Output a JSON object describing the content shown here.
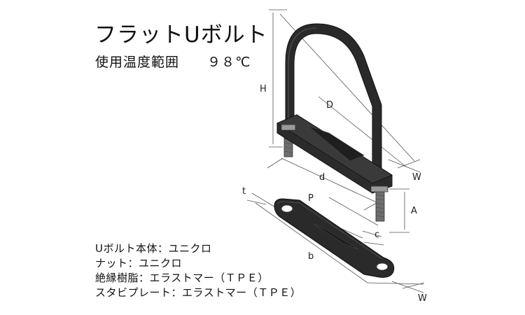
{
  "header": {
    "title": "フラットUボルト",
    "temperature_label": "使用温度範囲",
    "temperature_value": "９８℃"
  },
  "dimensions": {
    "H": "H",
    "D": "D",
    "d": "d",
    "W_top": "W",
    "t": "t",
    "P": "P",
    "A": "A",
    "c": "c",
    "b": "b",
    "W_bottom": "W"
  },
  "specs": [
    "Uボルト本体：ユニクロ",
    "ナット：ユニクロ",
    "絶縁樹脂：エラストマー（ＴＰＥ）",
    "スタビプレート：エラストマー（ＴＰＥ）"
  ],
  "colors": {
    "part_fill": "#2a2a2a",
    "part_edge": "#111111",
    "thread": "#6e6e6e",
    "dimension_line": "#555555"
  }
}
